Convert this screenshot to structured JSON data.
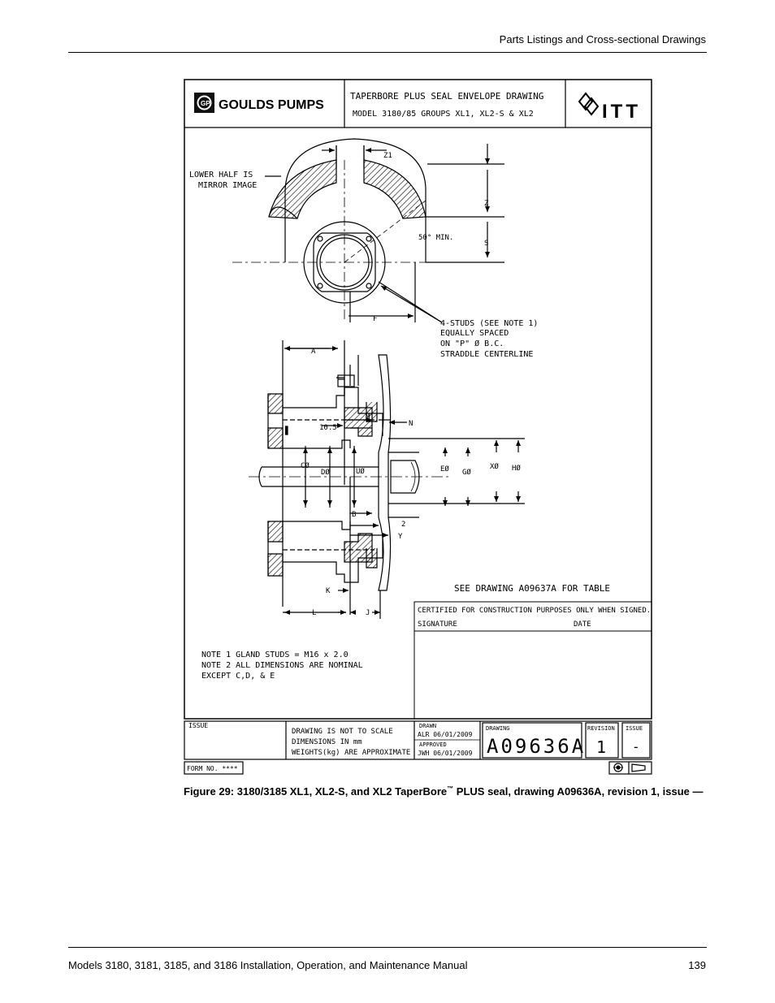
{
  "header": {
    "section": "Parts Listings and Cross-sectional Drawings"
  },
  "footer": {
    "manual": "Models 3180, 3181, 3185, and 3186 Installation, Operation, and Maintenance Manual",
    "page": "139"
  },
  "drawing": {
    "brand": "GOULDS PUMPS",
    "logo_text": "ITT",
    "title_line1": "TAPERBORE PLUS SEAL ENVELOPE DRAWING",
    "title_line2": "MODEL 3180/85 GROUPS XL1, XL2-S & XL2",
    "labels": {
      "lower_half_1": "LOWER HALF IS",
      "lower_half_2": "MIRROR IMAGE",
      "z1": "Z1",
      "z": "Z",
      "s": "S",
      "angle": "50° MIN.",
      "f": "F",
      "studs_1": "4-STUDS (SEE NOTE 1)",
      "studs_2": "EQUALLY SPACED",
      "studs_3": "ON \"P\" Ø B.C.",
      "studs_4": "STRADDLE CENTERLINE",
      "a": "A",
      "m": "M",
      "n": "N",
      "ten_five": "10.5",
      "c": "CØ",
      "d": "DØ",
      "u": "UØ",
      "e": "EØ",
      "g": "GØ",
      "x": "XØ",
      "h": "HØ",
      "b": "B",
      "two": "2",
      "y": "Y",
      "k": "K",
      "l": "L",
      "j": "J",
      "see_table": "SEE DRAWING A09637A FOR TABLE"
    },
    "certified": "CERTIFIED FOR CONSTRUCTION PURPOSES ONLY WHEN SIGNED.",
    "signature": "SIGNATURE",
    "date": "DATE",
    "notes": [
      "NOTE 1 GLAND STUDS = M16 x 2.0",
      "NOTE 2 ALL DIMENSIONS ARE NOMINAL",
      "EXCEPT C,D, & E"
    ],
    "title_block": {
      "issue_label": "ISSUE",
      "scale_1": "DRAWING IS NOT TO SCALE",
      "scale_2": "DIMENSIONS IN mm",
      "scale_3": "WEIGHTS(kg) ARE APPROXIMATE",
      "drawn_label": "DRAWN",
      "drawn_value": "ALR  06/01/2009",
      "approved_label": "APPROVED",
      "approved_value": "JWH  06/01/2009",
      "drawing_label": "DRAWING",
      "drawing_number": "A09636A",
      "revision_label": "REVISION",
      "revision_value": "1",
      "issue_col_label": "ISSUE",
      "issue_value": "-",
      "form_no": "FORM NO. ****"
    }
  },
  "caption": {
    "prefix": "Figure 29: 3180/3185 XL1, XL2-S, and XL2 TaperBore",
    "tm": "™",
    "suffix": " PLUS seal, drawing A09636A, revision 1, issue —"
  }
}
